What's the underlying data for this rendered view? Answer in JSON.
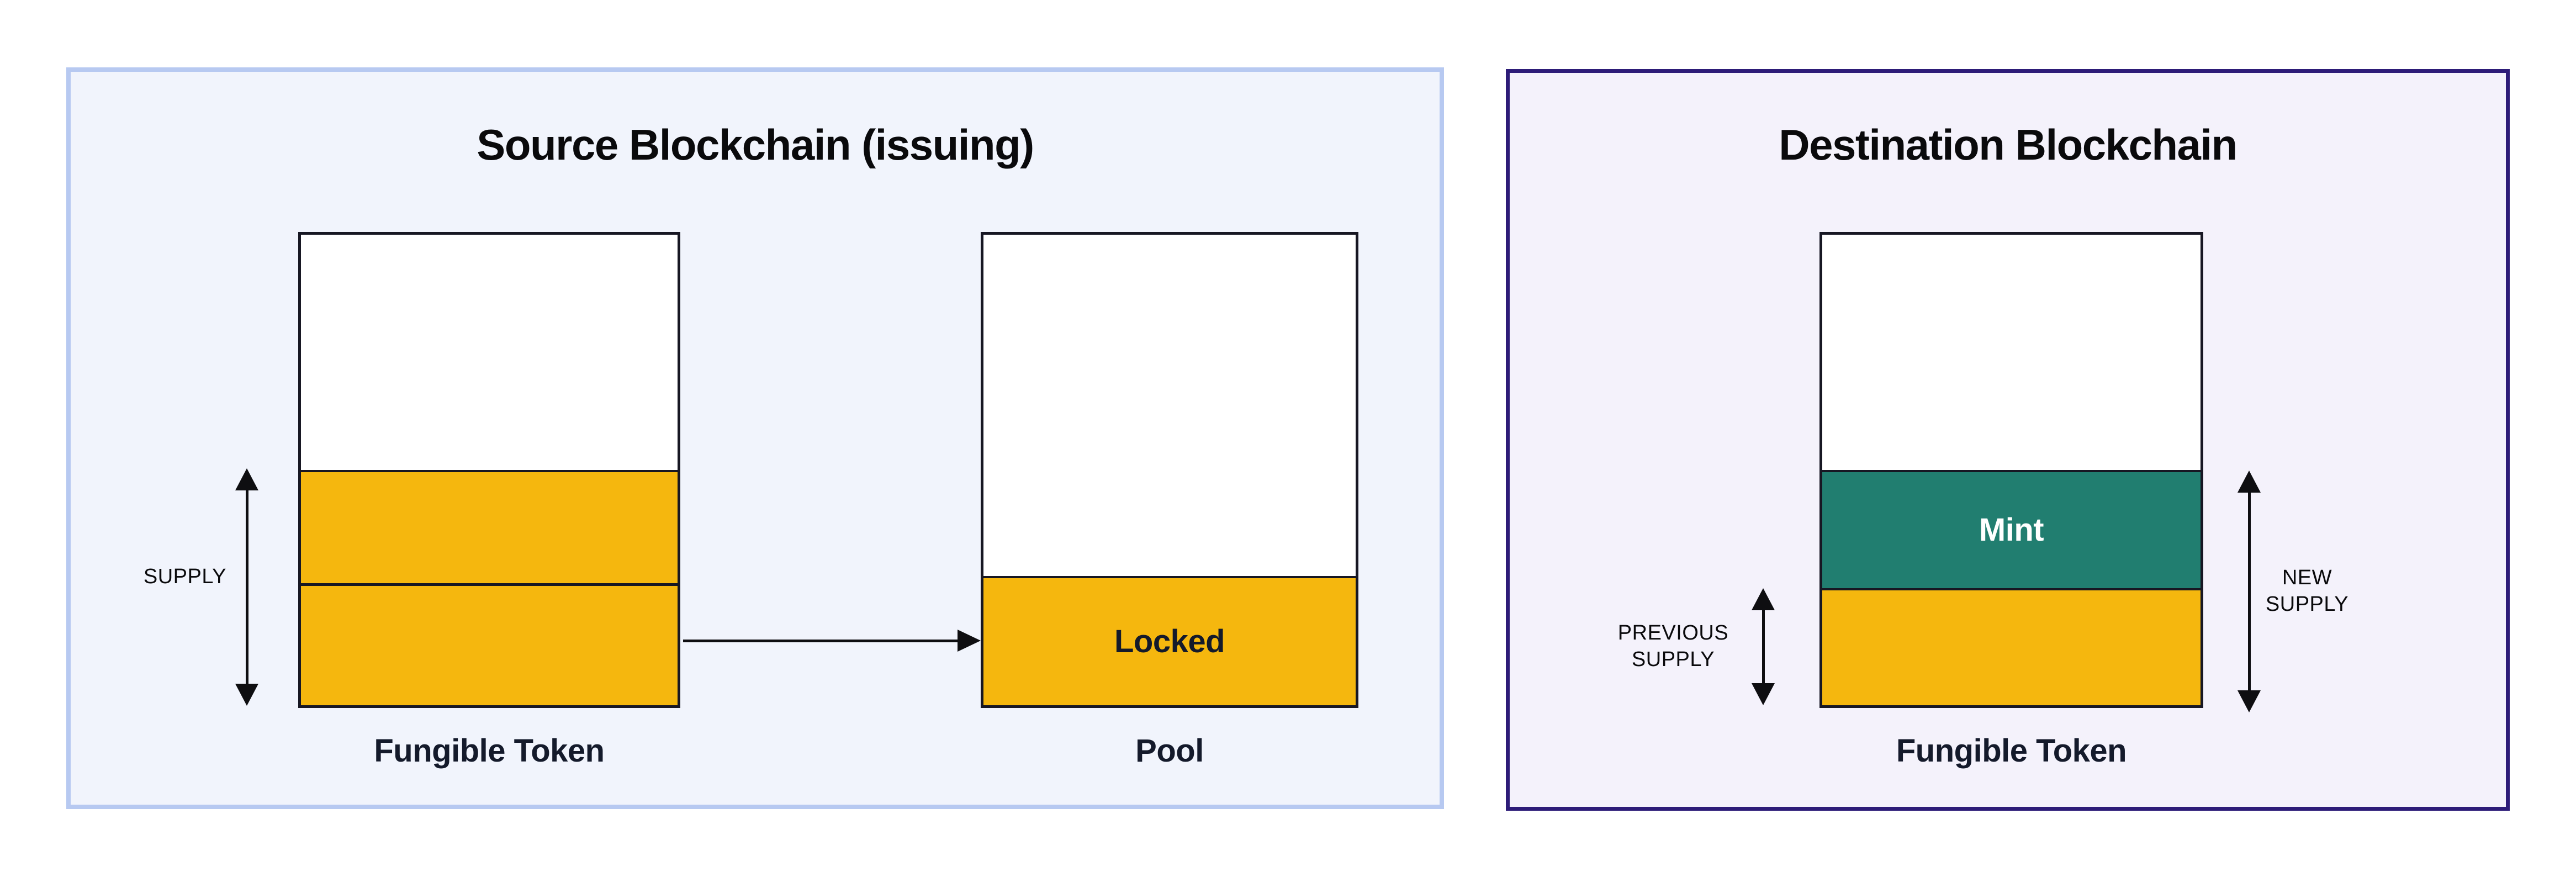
{
  "source_panel": {
    "title": "Source Blockchain (issuing)",
    "supply_label": "SUPPLY",
    "token_label": "Fungible Token",
    "locked_label": "Locked",
    "pool_label": "Pool",
    "colors": {
      "panel_bg": "#F1F4FC",
      "panel_border": "#B7C9F1",
      "token_fill": "#F5B70E",
      "box_border": "#171723",
      "label_text": "#141A2B"
    }
  },
  "destination_panel": {
    "title": "Destination Blockchain",
    "mint_label": "Mint",
    "previous_supply_label": "PREVIOUS SUPPLY",
    "new_supply_label": "NEW SUPPLY",
    "token_label": "Fungible Token",
    "colors": {
      "panel_bg": "#F4F2FB",
      "panel_border": "#2D1C78",
      "mint_fill": "#217E70",
      "token_fill": "#F5B70E",
      "mint_text": "#FFFFFF"
    }
  }
}
